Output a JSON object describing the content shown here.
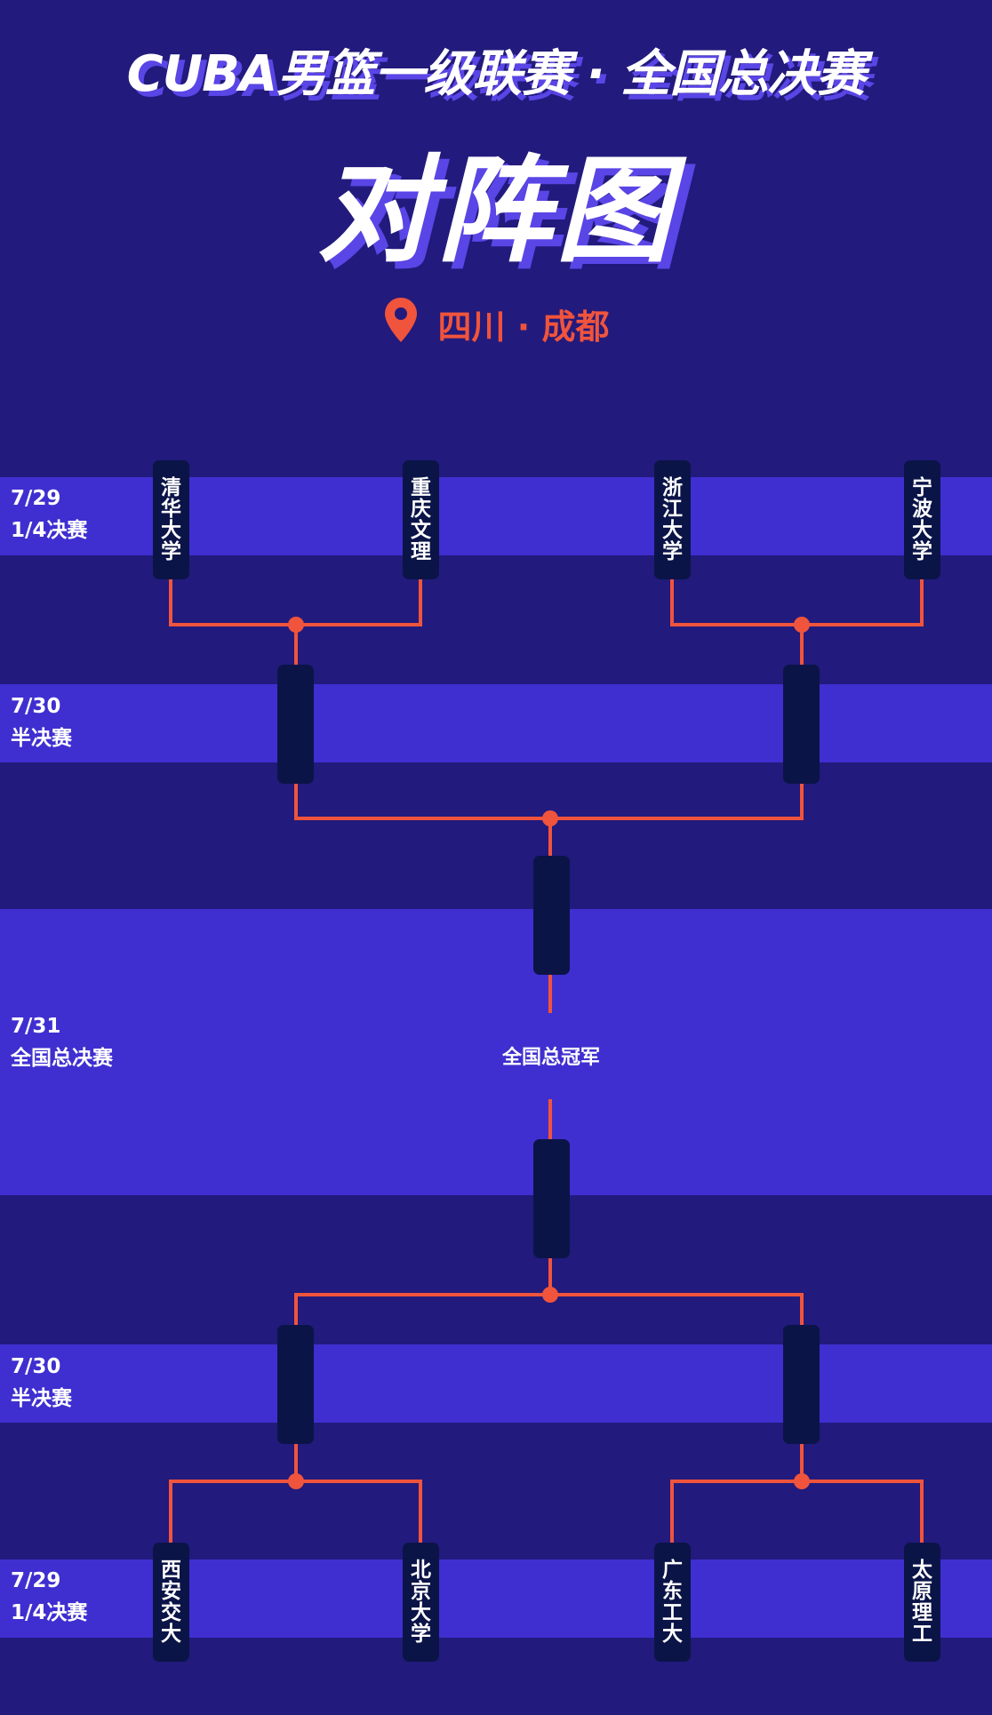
{
  "header": {
    "event_title": "CUBA男篮一级联赛 · 全国总决赛",
    "main_title": "对阵图",
    "location": "四川 · 成都"
  },
  "stages": {
    "qf_top": {
      "date": "7/29",
      "name": "1/4决赛"
    },
    "sf_top": {
      "date": "7/30",
      "name": "半决赛"
    },
    "final": {
      "date": "7/31",
      "name": "全国总决赛"
    },
    "sf_bottom": {
      "date": "7/30",
      "name": "半决赛"
    },
    "qf_bottom": {
      "date": "7/29",
      "name": "1/4决赛"
    }
  },
  "teams_top": [
    "清华大学",
    "重庆文理",
    "浙江大学",
    "宁波大学"
  ],
  "teams_bottom": [
    "西安交大",
    "北京大学",
    "广东工大",
    "太原理工"
  ],
  "champion_label": "全国总冠军",
  "colors": {
    "background": "#221a7c",
    "band": "#3f2fd0",
    "slot": "#0b1447",
    "accent": "#f0543c",
    "title_shadow": "#5a45e6"
  }
}
